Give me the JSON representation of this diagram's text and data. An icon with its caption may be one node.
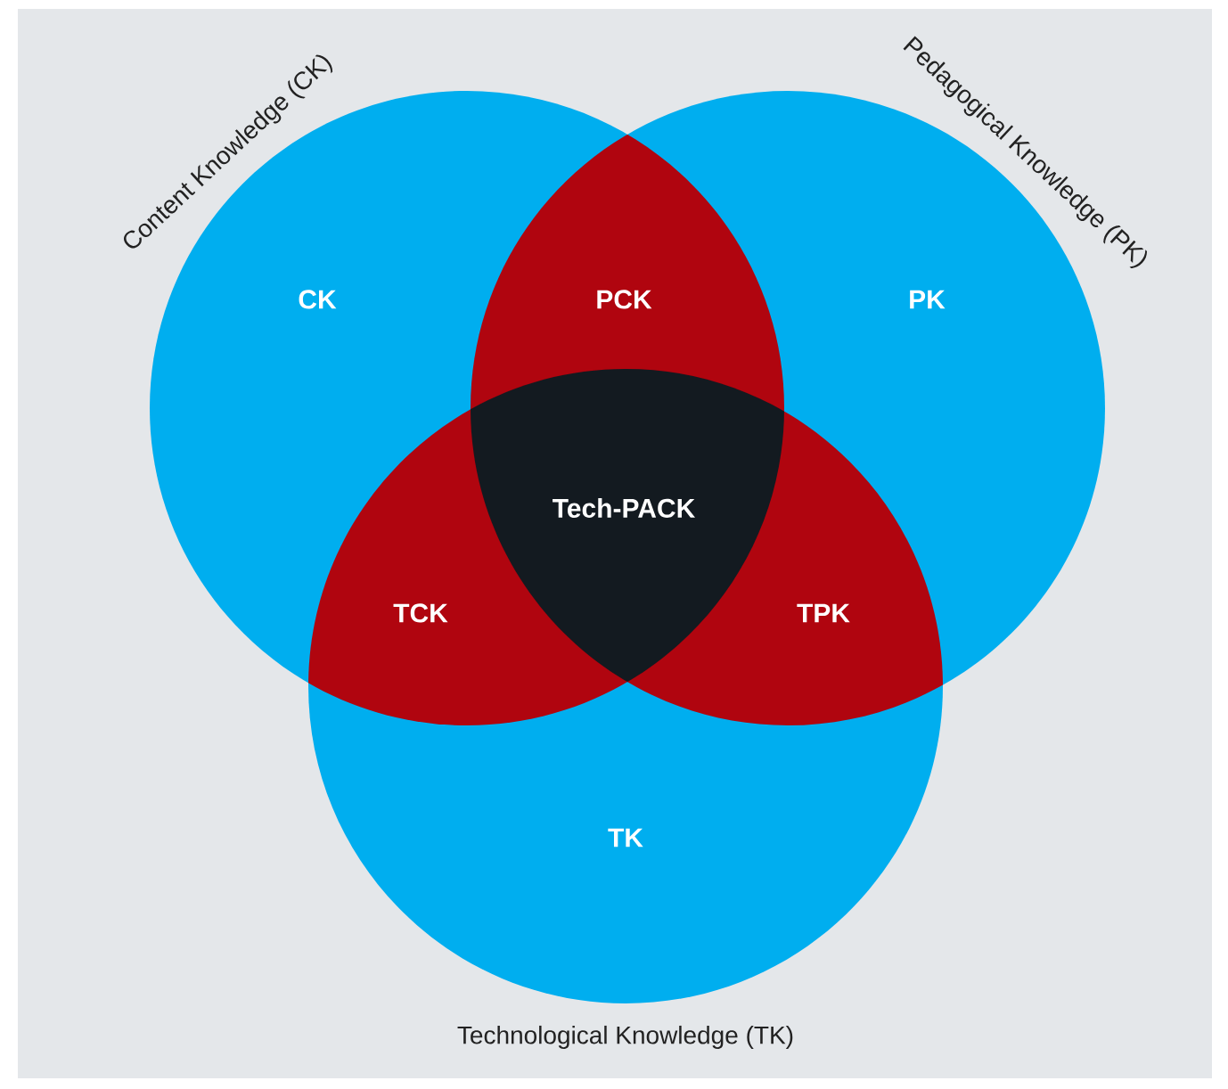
{
  "diagram": {
    "nodes": [
      {
        "text": [
          "Content Knowledge (CK)",
          "CK"
        ]
      },
      {
        "text": [
          "Pedagogical Knowledge (PK)",
          "PK"
        ]
      },
      {
        "text": [
          "PCK"
        ]
      },
      {
        "text": [
          "Tech-PACK"
        ]
      },
      {
        "text": [
          "TCK"
        ]
      },
      {
        "text": [
          "TPK"
        ]
      },
      {
        "text": [
          "TK",
          "Technological Knowledge (TK)"
        ]
      }
    ]
  }
}
